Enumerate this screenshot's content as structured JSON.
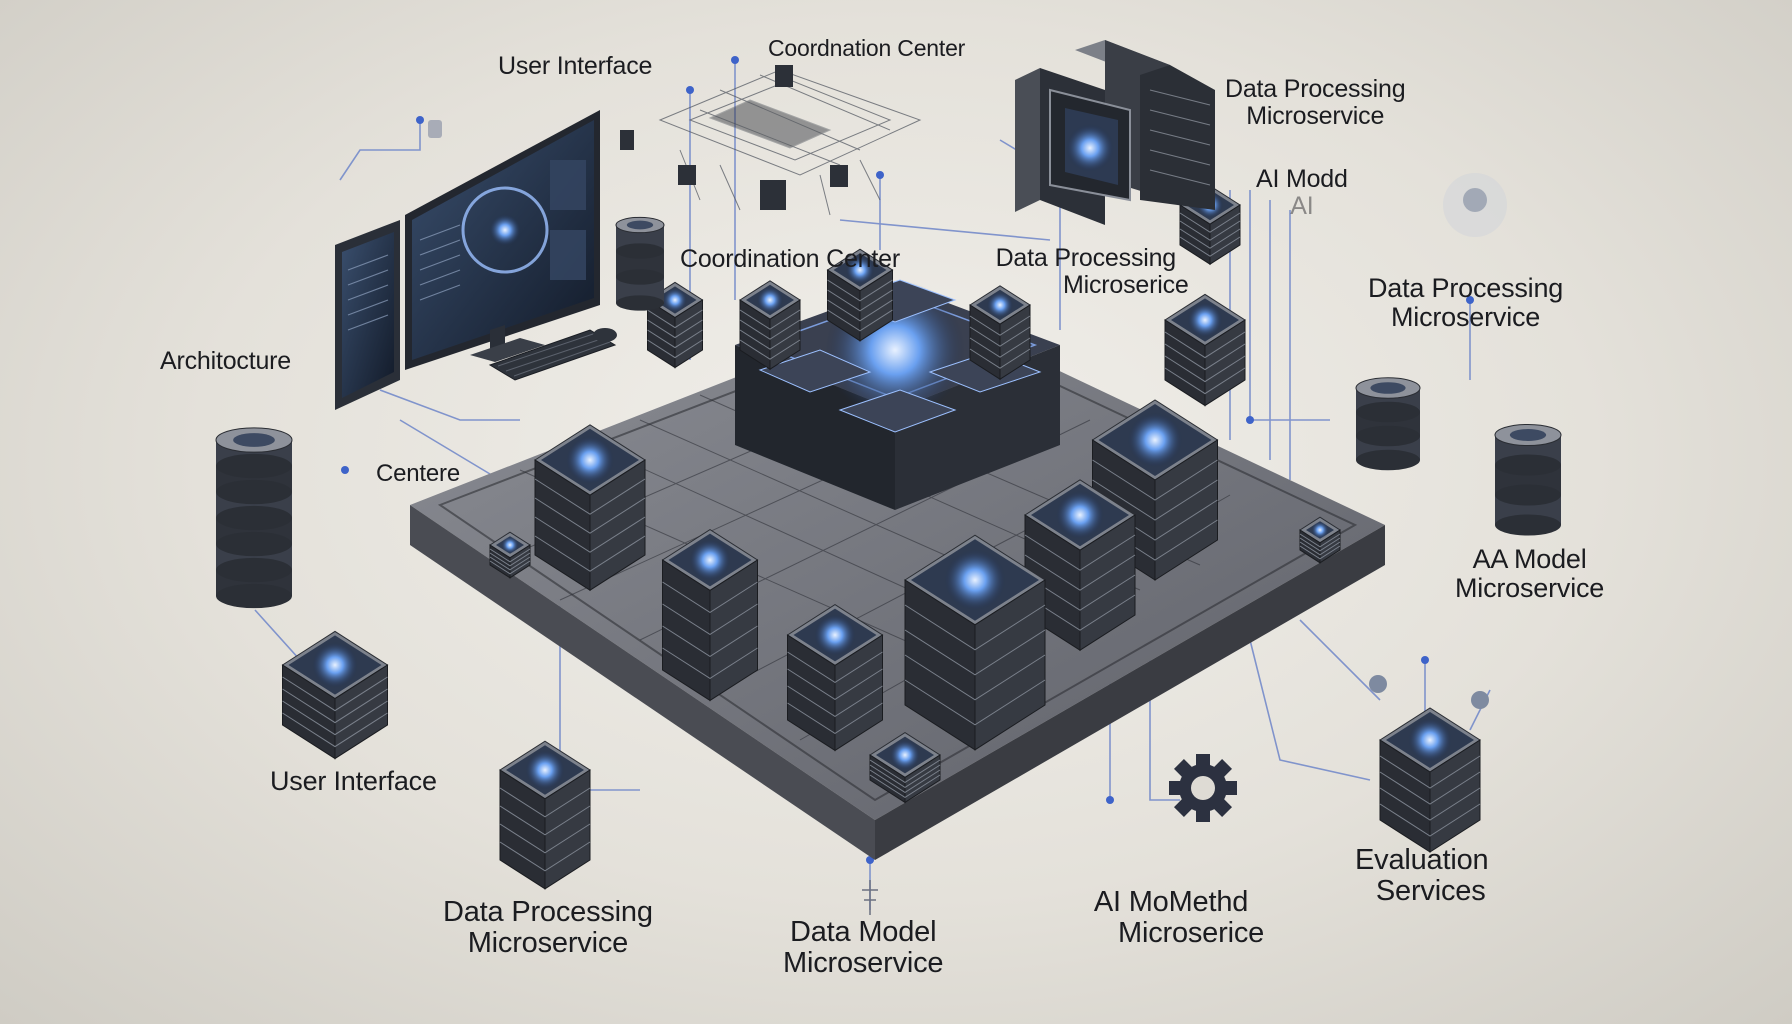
{
  "labels": {
    "ui_top": "User Interface",
    "coord_top": "Coordnation Center",
    "dp_top_1": "Data Processing",
    "dp_top_2": "Microservice",
    "ai_top": "AI Modd",
    "ai_top_ghost": "AI",
    "coord_mid": "Coordination Center",
    "dp_mid_1": "Data Processing",
    "dp_mid_2": "Microserice",
    "dp_right_1": "Data Processing",
    "dp_right_2": "Microservice",
    "architecture": "Architocture",
    "centere": "Centere",
    "aa_1": "AA  Model",
    "aa_2": "Microservice",
    "ui_bottom": "User Interface",
    "dp_bottom_1": "Data Processing",
    "dp_bottom_2": "Microservice",
    "dm_1": "Data Model",
    "dm_2": "Microservice",
    "aim_1": "AI MoMethd",
    "aim_2": "Microserice",
    "eval_1": "Evaluation",
    "eval_2": "Services"
  },
  "colors": {
    "background": "#e7e4de",
    "platform": "#6f7178",
    "node_dark": "#2c3038",
    "glow": "#5b8fe0",
    "connector": "#6f86c9",
    "text": "#1b1c20"
  },
  "icons": {
    "gear": "gear-icon",
    "monitor": "monitor-icon",
    "database": "database-icon",
    "server_rack": "server-rack-icon"
  }
}
